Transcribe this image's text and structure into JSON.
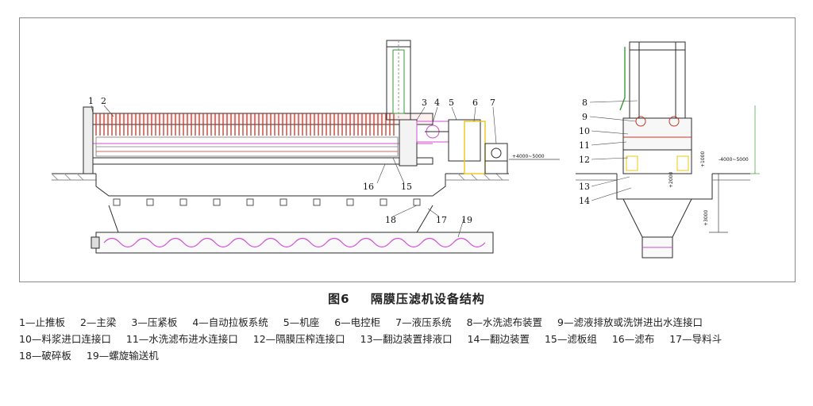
{
  "figure": {
    "number": "图6",
    "title": "隔膜压滤机设备结构"
  },
  "callouts_left": [
    "1",
    "2",
    "3",
    "4",
    "5",
    "6",
    "7",
    "16",
    "15",
    "18",
    "17",
    "19"
  ],
  "callouts_right": [
    "8",
    "9",
    "10",
    "11",
    "12",
    "13",
    "14"
  ],
  "dimensions": {
    "left_range": "+4000~5000",
    "right_range": "-4000~5000",
    "h1": "+1000",
    "h2": "+2000",
    "h3": "+3000"
  },
  "legend": {
    "rows": [
      [
        "1—止推板",
        "2—主梁",
        "3—压紧板",
        "4—自动拉板系统",
        "5—机座",
        "6—电控柜",
        "7—液压系统",
        "8—水洗滤布装置",
        "9—滤液排放或洗饼进出水连接口"
      ],
      [
        "10—料浆进口连接口",
        "11—水洗滤布进水连接口",
        "12—隔膜压榨连接口",
        "13—翻边装置排液口",
        "14—翻边装置",
        "15—滤板组",
        "16—滤布",
        "17—导料斗"
      ],
      [
        "18—破碎板",
        "19—螺旋输送机"
      ]
    ]
  },
  "colors": {
    "outline": "#2b2b2b",
    "plates": "#c0392b",
    "pipe_green": "#3a9a3a",
    "accent_magenta": "#d24fd2",
    "accent_yellow": "#f0c419",
    "ground": "#555555"
  }
}
